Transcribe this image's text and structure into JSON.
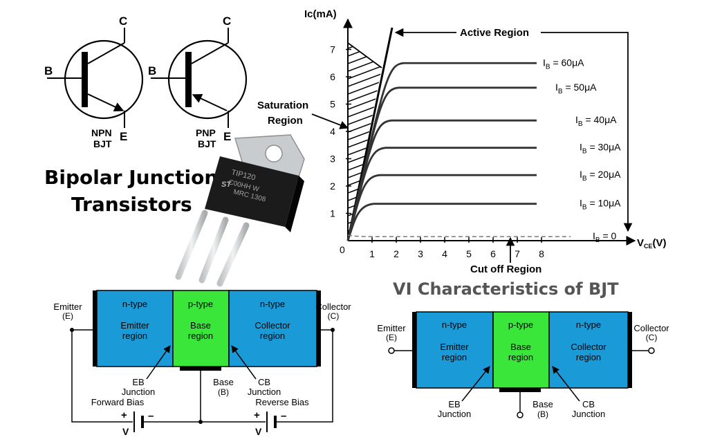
{
  "symbols": {
    "npn": {
      "base": "B",
      "collector": "C",
      "emitter": "E",
      "name_line1": "NPN",
      "name_line2": "BJT"
    },
    "pnp": {
      "base": "B",
      "collector": "C",
      "emitter": "E",
      "name_line1": "PNP",
      "name_line2": "BJT"
    }
  },
  "title_line1": "Bipolar Junction",
  "title_line2": "Transistors",
  "transistor_package": {
    "marking1": "TIP120",
    "marking2": "C00HH W",
    "marking3": "MRC 1308",
    "logo": "ST"
  },
  "vi_title": "VI Characteristics of BJT",
  "chart_data": {
    "type": "line",
    "ylabel": "Ic(mA)",
    "xlabel": "V",
    "xlabel_sub": "CE",
    "xlabel_unit": "(V)",
    "origin": "0",
    "x_ticks": [
      "1",
      "2",
      "3",
      "4",
      "5",
      "6",
      "7",
      "8"
    ],
    "y_ticks": [
      "1",
      "2",
      "3",
      "4",
      "5",
      "6",
      "7"
    ],
    "xlim": [
      0,
      11.7
    ],
    "ylim": [
      0,
      7.8
    ],
    "series": [
      {
        "label_main": "I",
        "label_sub": "B",
        "label_rest": " = 60μA",
        "ic": 6.5
      },
      {
        "label_main": "I",
        "label_sub": "B",
        "label_rest": " = 50μA",
        "ic": 5.6
      },
      {
        "label_main": "I",
        "label_sub": "B",
        "label_rest": " = 40μA",
        "ic": 4.4
      },
      {
        "label_main": "I",
        "label_sub": "B",
        "label_rest": " = 30μA",
        "ic": 3.4
      },
      {
        "label_main": "I",
        "label_sub": "B",
        "label_rest": " = 20μA",
        "ic": 2.4
      },
      {
        "label_main": "I",
        "label_sub": "B",
        "label_rest": " = 10μA",
        "ic": 1.35
      },
      {
        "label_main": "I",
        "label_sub": "B",
        "label_rest": " = 0",
        "ic": 0.15
      }
    ],
    "annotations": {
      "active": "Active Region",
      "saturation_line1": "Saturation",
      "saturation_line2": "Region",
      "cutoff": "Cut off Region"
    }
  },
  "circuit1": {
    "emitter_label": "Emitter",
    "emitter_sym": "(E)",
    "collector_label": "Collector",
    "collector_sym": "(C)",
    "region1_type": "n-type",
    "region1_name1": "Emitter",
    "region1_name2": "region",
    "region2_type": "p-type",
    "region2_name1": "Base",
    "region2_name2": "region",
    "region3_type": "n-type",
    "region3_name1": "Collector",
    "region3_name2": "region",
    "eb_line1": "EB",
    "eb_line2": "Junction",
    "eb_bias": "Forward Bias",
    "cb_line1": "CB",
    "cb_line2": "Junction",
    "cb_bias": "Reverse Bias",
    "base_label": "Base",
    "base_sym": "(B)",
    "plus": "+",
    "minus": "–",
    "v": "V",
    "colors": {
      "n_region": "#1a9ad6",
      "p_region": "#39e639"
    }
  },
  "circuit2": {
    "emitter_label": "Emitter",
    "emitter_sym": "(E)",
    "collector_label": "Collector",
    "collector_sym": "(C)",
    "region1_type": "n-type",
    "region1_name1": "Emitter",
    "region1_name2": "region",
    "region2_type": "p-type",
    "region2_name1": "Base",
    "region2_name2": "region",
    "region3_type": "n-type",
    "region3_name1": "Collector",
    "region3_name2": "region",
    "eb_line1": "EB",
    "eb_line2": "Junction",
    "cb_line1": "CB",
    "cb_line2": "Junction",
    "base_label": "Base",
    "base_sym": "(B)"
  }
}
